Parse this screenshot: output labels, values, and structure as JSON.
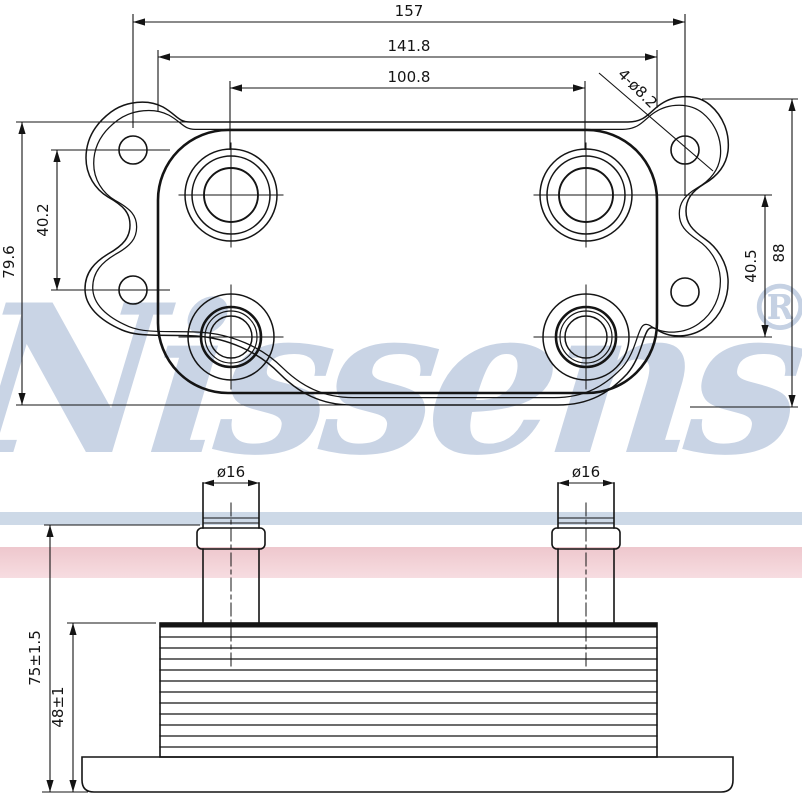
{
  "watermark": {
    "brand": "Nissens",
    "registered_mark": "®",
    "text_color": "#bccadf",
    "blue_band_color": "#cdd9e7",
    "pink_band_top_color": "#eec7cd",
    "pink_band_bottom_color": "#f7dde1"
  },
  "top_view": {
    "dim_overall_width": "157",
    "dim_body_width": "141.8",
    "dim_port_spacing_horizontal": "100.8",
    "dim_bolt_spacing_left": "40.2",
    "dim_overall_height_left": "79.6",
    "dim_port_spacing_right": "40.5",
    "dim_overall_height_right": "88",
    "dim_bolt_holes": "4-ø8.2"
  },
  "side_view": {
    "dim_pipe_left_diameter": "ø16",
    "dim_pipe_right_diameter": "ø16",
    "dim_total_height": "75±1.5",
    "dim_core_height": "48±1"
  },
  "line_color": "#141414"
}
